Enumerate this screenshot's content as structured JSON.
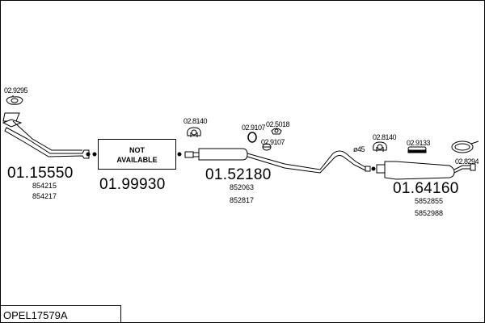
{
  "code": "OPEL17579A",
  "not_available": {
    "line1": "NOT",
    "line2": "AVAILABLE"
  },
  "parts": {
    "front_pipe": {
      "number": "01.15550",
      "refs": [
        "854215",
        "854217"
      ]
    },
    "middle_na": {
      "number": "01.99930"
    },
    "middle_silencer": {
      "number": "01.52180",
      "refs": [
        "852063",
        "852817"
      ]
    },
    "rear_silencer": {
      "number": "01.64160",
      "refs": [
        "5852855",
        "5852988"
      ]
    }
  },
  "fittings": {
    "f1": "02.9295",
    "f2": "02.8140",
    "f3": "02.9107",
    "f4": "02.5018",
    "f5": "02.9107",
    "f6": "02.8140",
    "f7": "02.9133",
    "f8": "02.8294"
  },
  "diameter": "ø45"
}
